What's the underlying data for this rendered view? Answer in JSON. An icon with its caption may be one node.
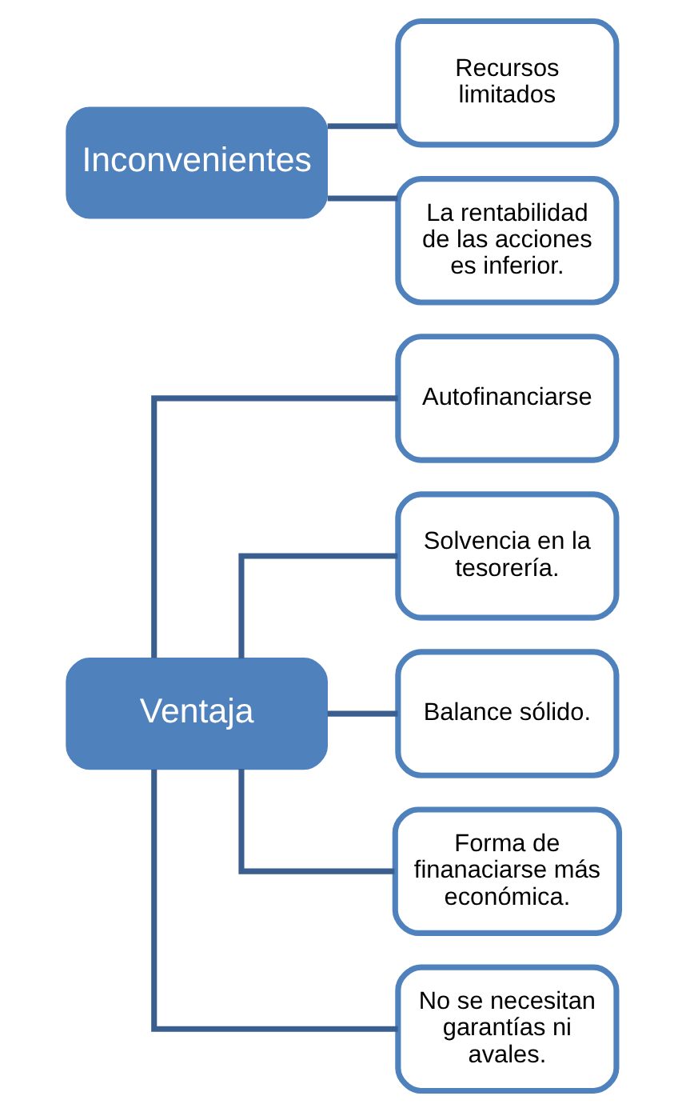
{
  "diagram": {
    "nodes": [
      {
        "text": [
          "Ventaja"
        ]
      },
      {
        "text": [
          "Autofinanciarse"
        ]
      },
      {
        "text": [
          "Solvencia en la tesorería."
        ]
      },
      {
        "text": [
          "Balance sólido."
        ]
      },
      {
        "text": [
          "Forma de finanaciarse más económica."
        ]
      },
      {
        "text": [
          "No se necesitan garantías ni avales."
        ]
      },
      {
        "text": [
          "Inconvenientes"
        ]
      },
      {
        "text": [
          "Recursos limitados"
        ]
      },
      {
        "text": [
          "La rentabilidad de las acciones es inferior."
        ]
      }
    ],
    "edges": [
      {
        "from": 0,
        "to": 1,
        "arrow": "none"
      },
      {
        "from": 0,
        "to": 2,
        "arrow": "none"
      },
      {
        "from": 0,
        "to": 3,
        "arrow": "none"
      },
      {
        "from": 0,
        "to": 4,
        "arrow": "none"
      },
      {
        "from": 0,
        "to": 5,
        "arrow": "none"
      },
      {
        "from": 6,
        "to": 7,
        "arrow": "none"
      },
      {
        "from": 6,
        "to": 8,
        "arrow": "none"
      }
    ]
  }
}
